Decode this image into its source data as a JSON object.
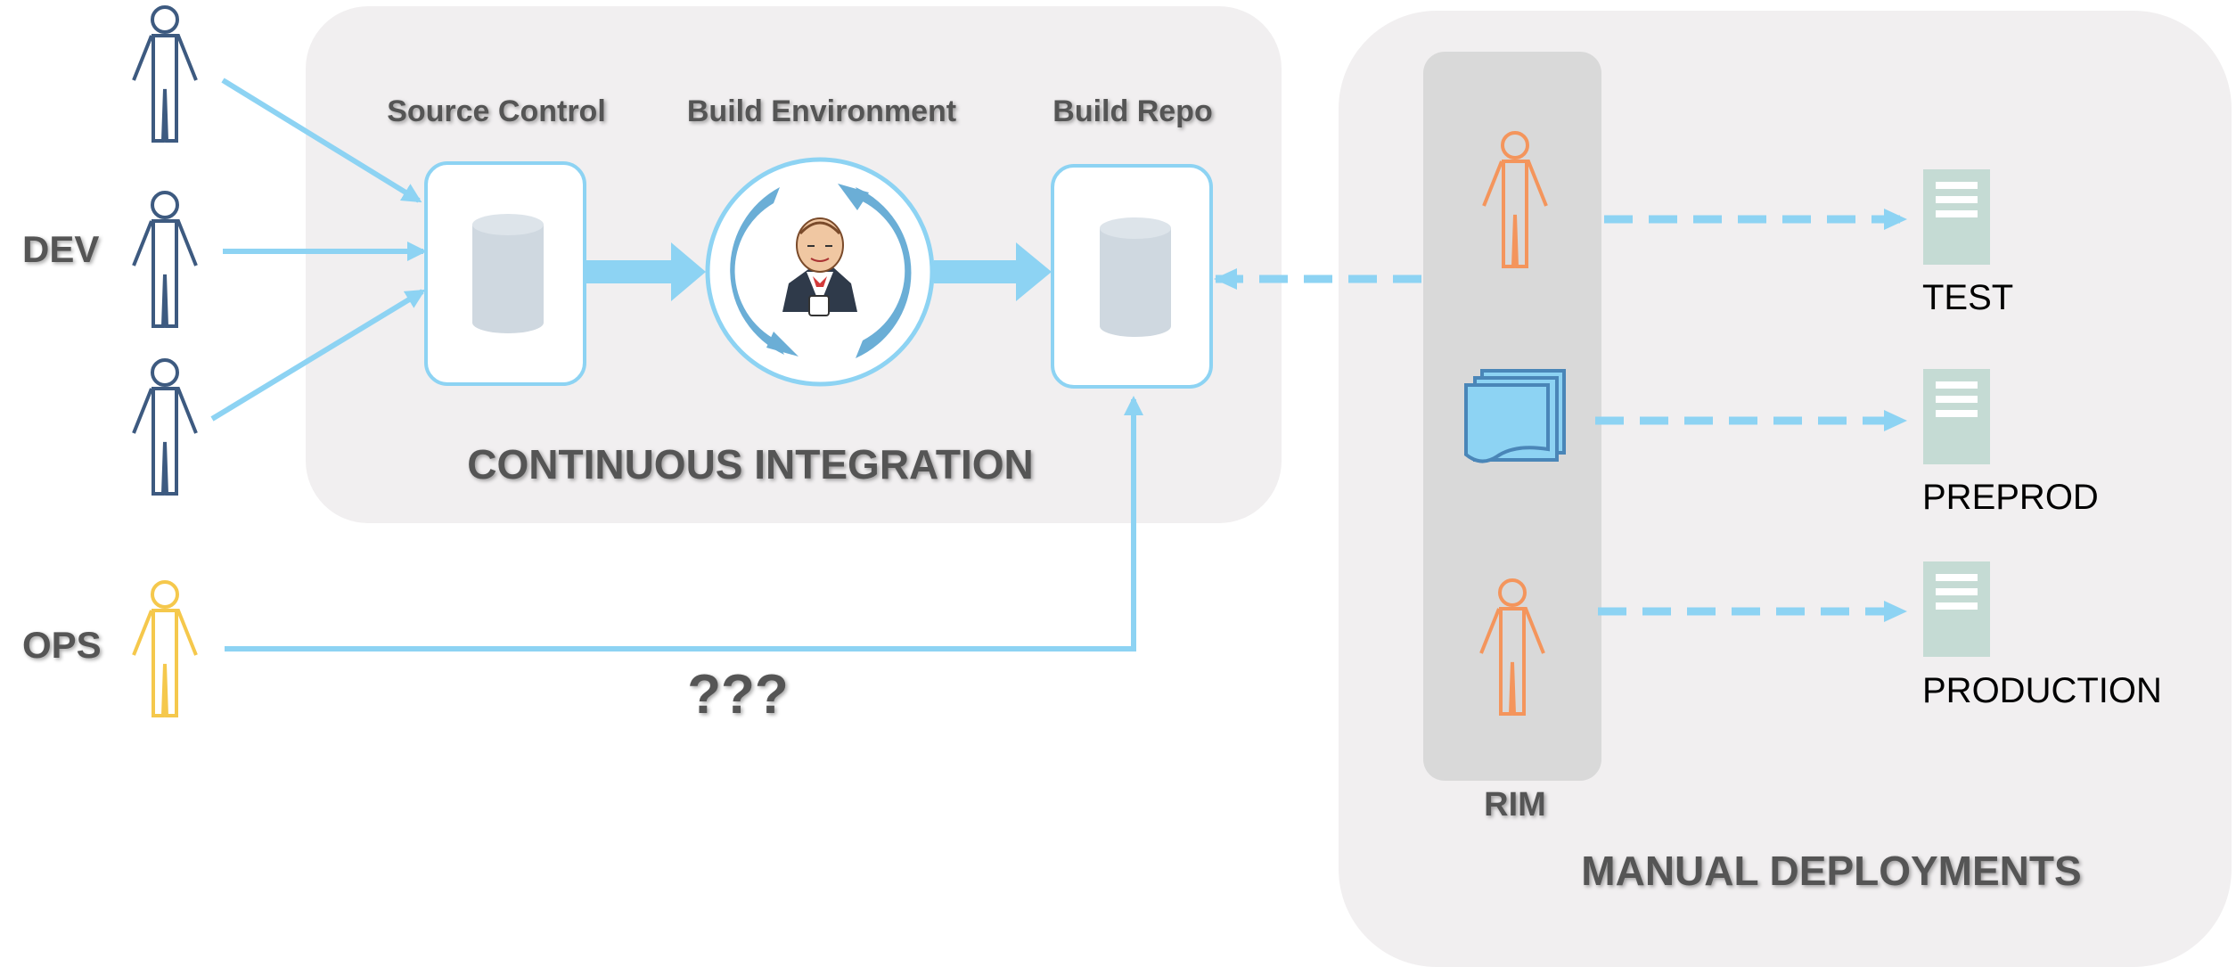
{
  "colors": {
    "panel": "#f1eff0",
    "rim_column": "#d9d9d9",
    "arrow": "#8dd3f3",
    "dev_person": "#3d5a80",
    "ops_person": "#f5c84c",
    "rim_person": "#f4955c",
    "server": "#c5dbd4",
    "cylinder": "#cfd8e0",
    "label_gray": "#555555"
  },
  "groups": {
    "dev_label": "DEV",
    "ops_label": "OPS"
  },
  "ci": {
    "title": "CONTINUOUS INTEGRATION",
    "source_control": "Source Control",
    "build_environment": "Build Environment",
    "build_repo": "Build Repo"
  },
  "ops_link_label": "???",
  "manual": {
    "title": "MANUAL DEPLOYMENTS",
    "rim_label": "RIM"
  },
  "environments": {
    "test": "TEST",
    "preprod": "PREPROD",
    "production": "PRODUCTION"
  }
}
